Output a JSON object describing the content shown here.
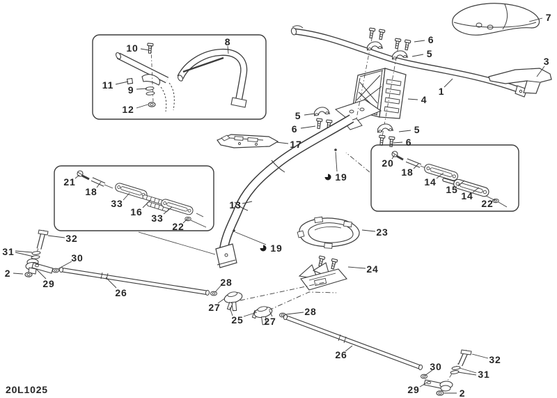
{
  "drawing_code": "20L1025",
  "callouts": {
    "c1": "1",
    "c2a": "2",
    "c2b": "2",
    "c3": "3",
    "c4": "4",
    "c5a": "5",
    "c5b": "5",
    "c5c": "5",
    "c6a": "6",
    "c6b": "6",
    "c6c": "6",
    "c7": "7",
    "c8": "8",
    "c9": "9",
    "c10": "10",
    "c11": "11",
    "c12": "12",
    "c13": "13",
    "c14a": "14",
    "c14b": "14",
    "c15": "15",
    "c16": "16",
    "c17": "17",
    "c18a": "18",
    "c18b": "18",
    "c19a": "19",
    "c19b": "19",
    "c20": "20",
    "c21": "21",
    "c22a": "22",
    "c22b": "22",
    "c23": "23",
    "c24": "24",
    "c25": "25",
    "c26a": "26",
    "c26b": "26",
    "c27a": "27",
    "c27b": "27",
    "c28a": "28",
    "c28b": "28",
    "c29a": "29",
    "c29b": "29",
    "c30a": "30",
    "c30b": "30",
    "c31a": "31",
    "c31b": "31",
    "c32a": "32",
    "c32b": "32",
    "c33a": "33",
    "c33b": "33"
  },
  "icons": {
    "note_marker": "◕"
  },
  "colors": {
    "line": "#3b3b3b",
    "background": "#ffffff"
  }
}
